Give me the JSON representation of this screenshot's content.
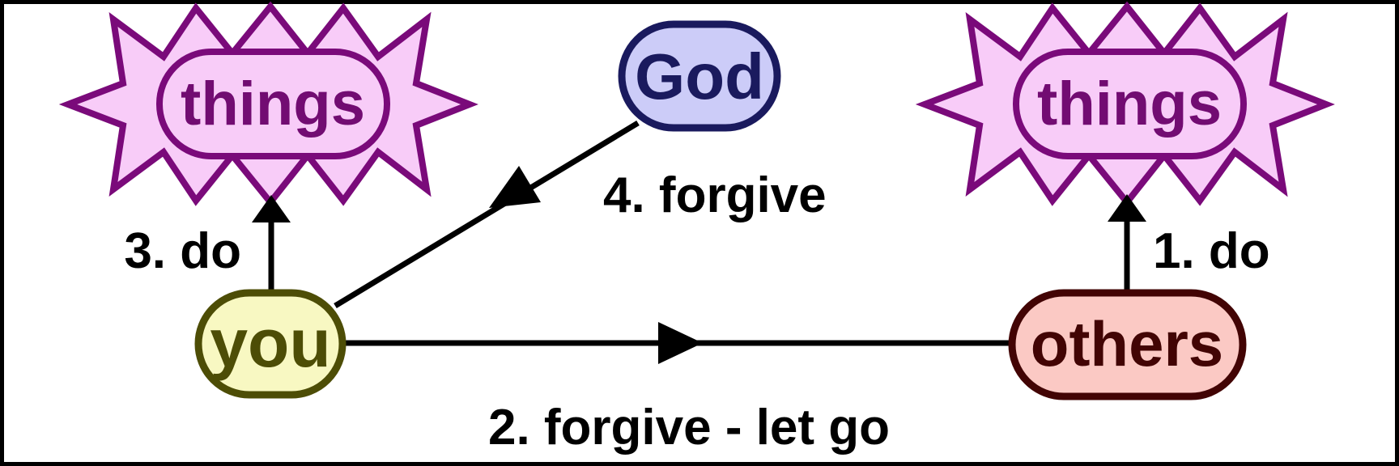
{
  "diagram": {
    "description": "Forgiveness cycle diagram between you, God, others and things",
    "background": "#ffffff",
    "border_color": "#000000",
    "nodes": {
      "left_things": {
        "label": "things",
        "fill": "#f8ccf8",
        "stroke": "#7a0a7a",
        "text_color": "#720c72",
        "shape": "starburst-stadium"
      },
      "right_things": {
        "label": "things",
        "fill": "#f8ccf8",
        "stroke": "#7a0a7a",
        "text_color": "#720c72",
        "shape": "starburst-stadium"
      },
      "god": {
        "label": "God",
        "fill": "#ccccf8",
        "stroke": "#1a1a5e",
        "text_color": "#1a1a5e",
        "shape": "stadium"
      },
      "you": {
        "label": "you",
        "fill": "#f8f8c2",
        "stroke": "#4d4d06",
        "text_color": "#4d4d06",
        "shape": "stadium"
      },
      "others": {
        "label": "others",
        "fill": "#fbc9c4",
        "stroke": "#420404",
        "text_color": "#420404",
        "shape": "stadium"
      }
    },
    "edges": [
      {
        "id": "others-do-things",
        "label": "1. do",
        "from": "others",
        "to": "right_things",
        "color": "#000000"
      },
      {
        "id": "you-forgive-others",
        "label": "2. forgive - let go",
        "from": "you",
        "to": "others",
        "color": "#000000"
      },
      {
        "id": "you-do-things",
        "label": "3. do",
        "from": "you",
        "to": "left_things",
        "color": "#000000"
      },
      {
        "id": "god-forgives-you",
        "label": "4. forgive",
        "from": "god",
        "to": "you",
        "color": "#000000"
      }
    ]
  }
}
